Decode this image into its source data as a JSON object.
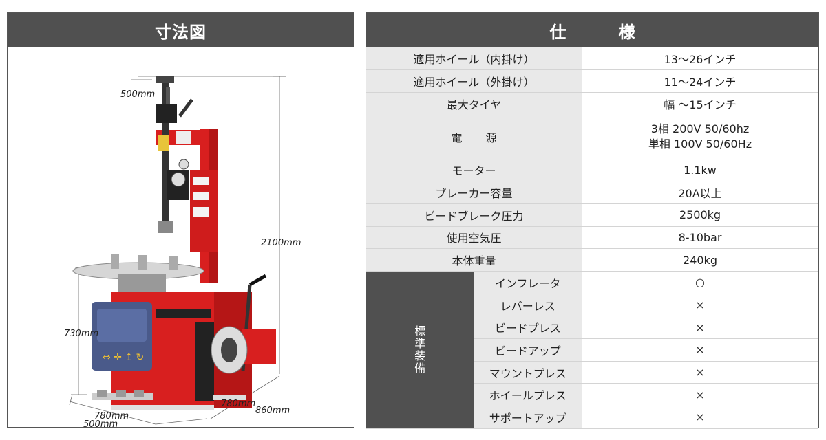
{
  "left": {
    "title": "寸法図",
    "dims": {
      "top_width": "500mm",
      "height": "2100mm",
      "table_height": "730mm",
      "base_depth": "780mm",
      "base_width_front": "780mm",
      "base_width_bottom": "500mm",
      "overall_depth": "860mm"
    }
  },
  "right": {
    "title": "仕　様",
    "rows": [
      {
        "label": "適用ホイール（内掛け）",
        "value": "13〜26インチ"
      },
      {
        "label": "適用ホイール（外掛け）",
        "value": "11〜24インチ"
      },
      {
        "label": "最大タイヤ",
        "value": "幅 〜15インチ"
      },
      {
        "label": "電源",
        "value_lines": [
          "3相 200V 50/60hz",
          "単相 100V 50/60Hz"
        ]
      },
      {
        "label": "モーター",
        "value": "1.1kw"
      },
      {
        "label": "ブレーカー容量",
        "value": "20A以上"
      },
      {
        "label": "ビードブレーク圧力",
        "value": "2500kg"
      },
      {
        "label": "使用空気圧",
        "value": "8-10bar"
      },
      {
        "label": "本体重量",
        "value": "240kg"
      }
    ],
    "standard": {
      "category": "標準装備",
      "items": [
        {
          "label": "インフレータ",
          "value": "○"
        },
        {
          "label": "レバーレス",
          "value": "×"
        },
        {
          "label": "ビードプレス",
          "value": "×"
        },
        {
          "label": "ビードアップ",
          "value": "×"
        },
        {
          "label": "マウントプレス",
          "value": "×"
        },
        {
          "label": "ホイールプレス",
          "value": "×"
        },
        {
          "label": "サポートアップ",
          "value": "×"
        }
      ]
    }
  }
}
